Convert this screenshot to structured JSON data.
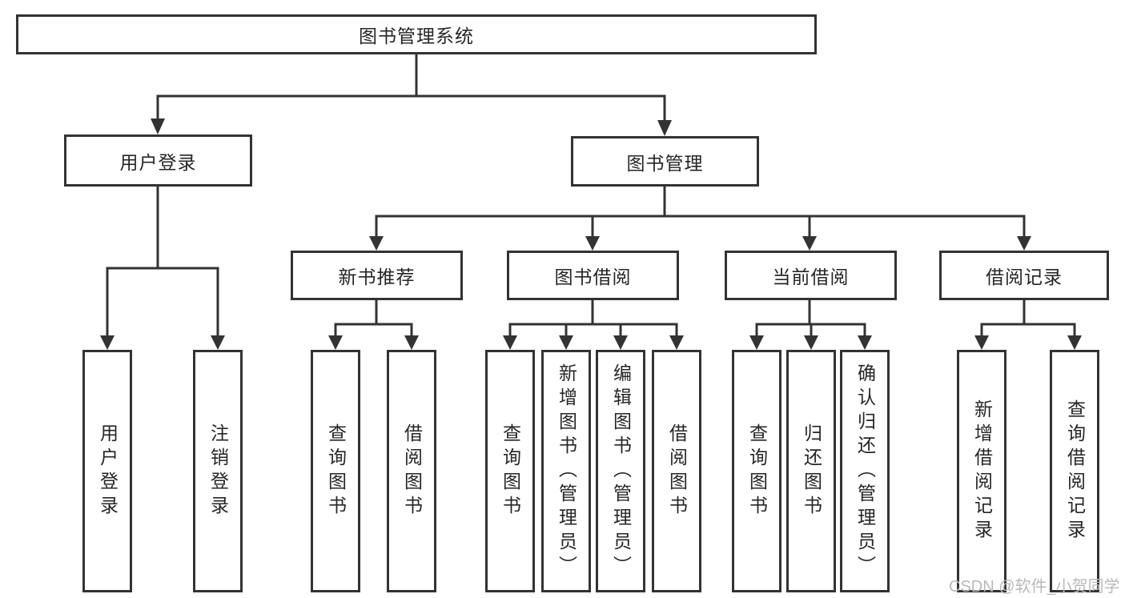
{
  "diagram": {
    "root": {
      "label": "图书管理系统"
    },
    "branches": [
      {
        "label": "用户登录",
        "children": [
          "用户登录",
          "注销登录"
        ]
      },
      {
        "label": "图书管理",
        "children": [
          {
            "label": "新书推荐",
            "children": [
              "查询图书",
              "借阅图书"
            ]
          },
          {
            "label": "图书借阅",
            "children": [
              "查询图书",
              "新增图书（管理员）",
              "编辑图书（管理员）",
              "借阅图书"
            ]
          },
          {
            "label": "当前借阅",
            "children": [
              "查询图书",
              "归还图书",
              "确认归还（管理员）"
            ]
          },
          {
            "label": "借阅记录",
            "children": [
              "新增借阅记录",
              "查询借阅记录"
            ]
          }
        ]
      }
    ]
  },
  "watermark": {
    "text": "CSDN @软件_小贺同学"
  },
  "colors": {
    "line": "#333333",
    "box_border": "#333333",
    "text": "#262626",
    "watermark": "#b9b9b9",
    "background": "#ffffff"
  }
}
